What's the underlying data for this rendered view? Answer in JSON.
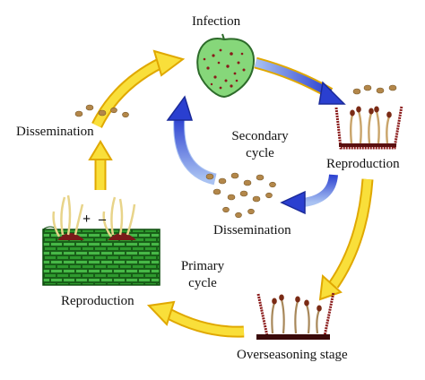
{
  "labels": {
    "infection": "Infection",
    "reproduction_right": "Reproduction",
    "overseasoning": "Overseasoning stage",
    "reproduction_left": "Reproduction",
    "dissemination_left": "Dissemination",
    "dissemination_center": "Dissemination",
    "secondary_cycle_line1": "Secondary",
    "secondary_cycle_line2": "cycle",
    "primary_cycle_line1": "Primary",
    "primary_cycle_line2": "cycle",
    "mating_plus": "+",
    "mating_minus": "–"
  },
  "colors": {
    "primary_arrow": "#f2d21c",
    "primary_arrow_edge": "#e0a800",
    "secondary_arrow": "#3a4fd8",
    "secondary_arrow_light": "#a9c2f2",
    "leaf": "#86d77a",
    "tissue": "#2e9a2e",
    "lesion": "#8a1a1a",
    "spore": "#b3874a"
  }
}
